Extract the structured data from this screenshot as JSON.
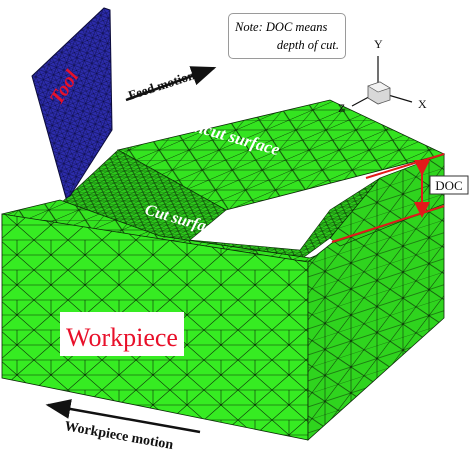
{
  "note": {
    "line1": "Note: DOC means",
    "line2": "depth of cut."
  },
  "labels": {
    "tool": "Tool",
    "feed_motion": "Feed motion",
    "uncut_surface": "Uncut surface",
    "cut_surface": "Cut surface",
    "doc": "DOC",
    "workpiece": "Workpiece",
    "workpiece_motion": "Workpiece motion"
  },
  "axes": {
    "y": "Y",
    "x": "X",
    "z": "Z"
  },
  "colors": {
    "mesh_green": "#33ee22",
    "mesh_dark_green": "#1fa814",
    "tool_blue": "#2a2aa8",
    "tool_label_red": "#e8102a",
    "workpiece_label_red": "#e8102a",
    "doc_red": "#e21a1a",
    "mesh_line": "#0a2a06"
  }
}
